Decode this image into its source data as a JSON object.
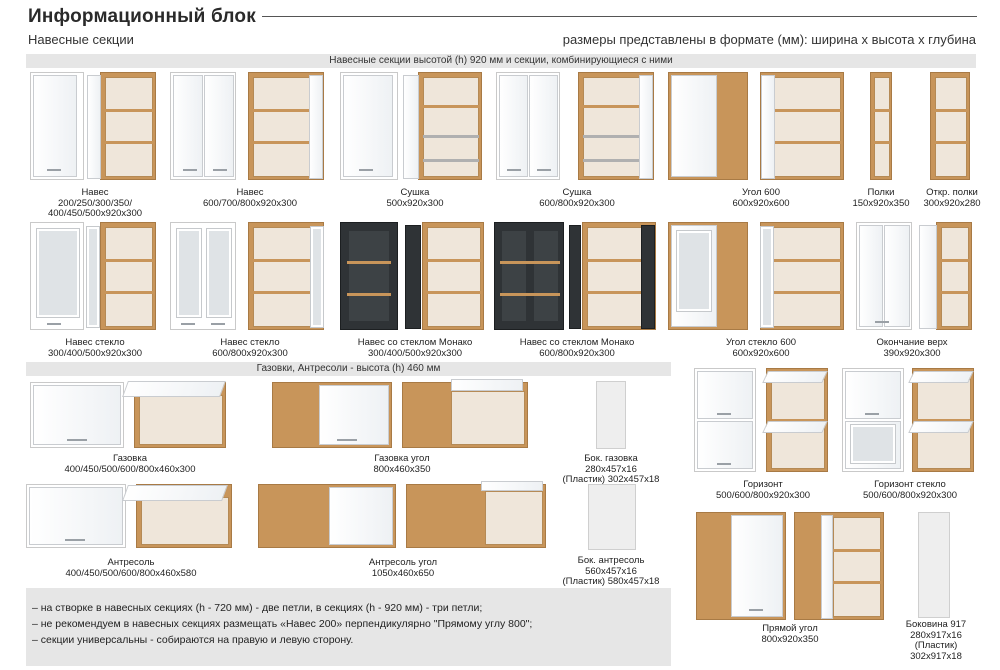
{
  "header": {
    "title": "Информационный блок",
    "subtitle": "Навесные секции",
    "dims_note": "размеры представлены в формате (мм): ширина х высота х глубина"
  },
  "bands": {
    "top": "Навесные секции высотой (h) 920 мм и секции, комбинирующиеся с ними",
    "middle": "Газовки, Антресоли - высота (h) 460 мм"
  },
  "items": {
    "naves1": {
      "name": "Навес",
      "size": "200/250/300/350/\n400/450/500х920х300"
    },
    "naves2": {
      "name": "Навес",
      "size": "600/700/800х920х300"
    },
    "sushka1": {
      "name": "Сушка",
      "size": "500х920х300"
    },
    "sushka2": {
      "name": "Сушка",
      "size": "600/800х920х300"
    },
    "ugol600": {
      "name": "Угол 600",
      "size": "600х920х600"
    },
    "polki": {
      "name": "Полки",
      "size": "150х920х350"
    },
    "otkr_polki": {
      "name": "Откр. полки",
      "size": "300х920х280"
    },
    "naves_steklo1": {
      "name": "Навес стекло",
      "size": "300/400/500х920х300"
    },
    "naves_steklo2": {
      "name": "Навес стекло",
      "size": "600/800х920х300"
    },
    "monako1": {
      "name": "Навес со стеклом Монако",
      "size": "300/400/500х920х300"
    },
    "monako2": {
      "name": "Навес со стеклом Монако",
      "size": "600/800х920х300"
    },
    "ugol_steklo": {
      "name": "Угол стекло 600",
      "size": "600х920х600"
    },
    "okonchanie": {
      "name": "Окончание верх",
      "size": "390х920х300"
    },
    "gazovka": {
      "name": "Газовка",
      "size": "400/450/500/600/800х460х300"
    },
    "gazovka_ugol": {
      "name": "Газовка угол",
      "size": "800х460х350"
    },
    "bok_gazovka": {
      "name": "Бок. газовка",
      "size": "280х457х16",
      "size2": "(Пластик) 302х457х18"
    },
    "antresol": {
      "name": "Антресоль",
      "size": "400/450/500/600/800х460х580"
    },
    "antresol_ugol": {
      "name": "Антресоль угол",
      "size": "1050х460х650"
    },
    "bok_antresol": {
      "name": "Бок. антресоль",
      "size": "560х457х16",
      "size2": "(Пластик) 580х457х18"
    },
    "gorizont": {
      "name": "Горизонт",
      "size": "500/600/800х920х300"
    },
    "gorizont_steklo": {
      "name": "Горизонт стекло",
      "size": "500/600/800х920х300"
    },
    "pryamoy_ugol": {
      "name": "Прямой угол",
      "size": "800х920х350"
    },
    "bokovina": {
      "name": "Боковина 917",
      "size": "280х917х16",
      "size2": "(Пластик)",
      "size3": "302х917х18"
    }
  },
  "notes": [
    "– на створке в навесных секциях (h - 720 мм) - две петли, в секциях (h - 920 мм) - три петли;",
    "– не рекомендуем в навесных секциях размещать «Навес 200» перпендикулярно \"Прямому углу 800\";",
    "– секции универсальны - собираются на правую и левую сторону."
  ],
  "colors": {
    "wood": "#c8955a",
    "white": "#ffffff",
    "dark_frame": "#2f3336",
    "band": "#e6e6e6"
  }
}
